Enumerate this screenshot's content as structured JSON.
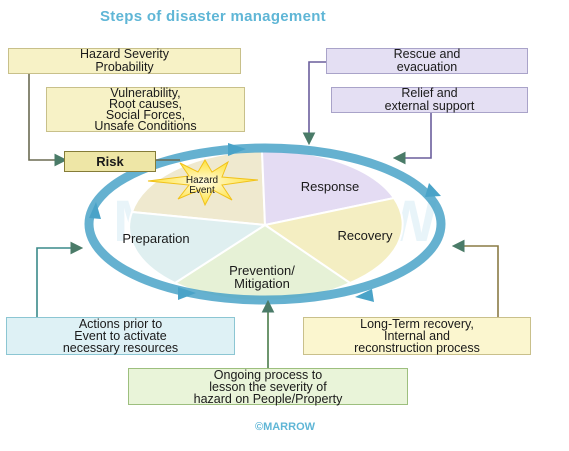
{
  "title": "Steps of disaster management",
  "watermark": "MARROW",
  "footer": "©MARROW",
  "left_boxes": {
    "hazard_severity": [
      "Hazard Severity",
      "Probability"
    ],
    "vulnerability": [
      "Vulnerability,",
      "Root causes,",
      "Social Forces,",
      "Unsafe Conditions"
    ],
    "risk": "Risk"
  },
  "right_boxes": {
    "rescue": [
      "Rescue and",
      "evacuation"
    ],
    "relief": [
      "Relief and",
      "external support"
    ]
  },
  "cycle": {
    "hazard_event": [
      "Hazard",
      "Event"
    ],
    "response": "Response",
    "recovery": "Recovery",
    "prevention": [
      "Prevention/",
      "Mitigation"
    ],
    "preparation": "Preparation"
  },
  "bottom_boxes": {
    "actions": [
      "Actions prior to",
      "Event to activate",
      "necessary resources"
    ],
    "long_term": [
      "Long-Term recovery,",
      "Internal and",
      "reconstruction process"
    ],
    "ongoing": [
      "Ongoing process to",
      "lesson the severity of",
      "hazard on People/Property"
    ]
  },
  "colors": {
    "title": "#5fb6d6",
    "ring": "#4aa3c8",
    "response_segment": "#e4dcf3",
    "recovery_segment": "#f4eec2",
    "prevention_segment": "#e6f1d6",
    "preparation_segment": "#dfeff0",
    "hazard_segment": "#efe9cf",
    "burst": "#ffe23a"
  }
}
